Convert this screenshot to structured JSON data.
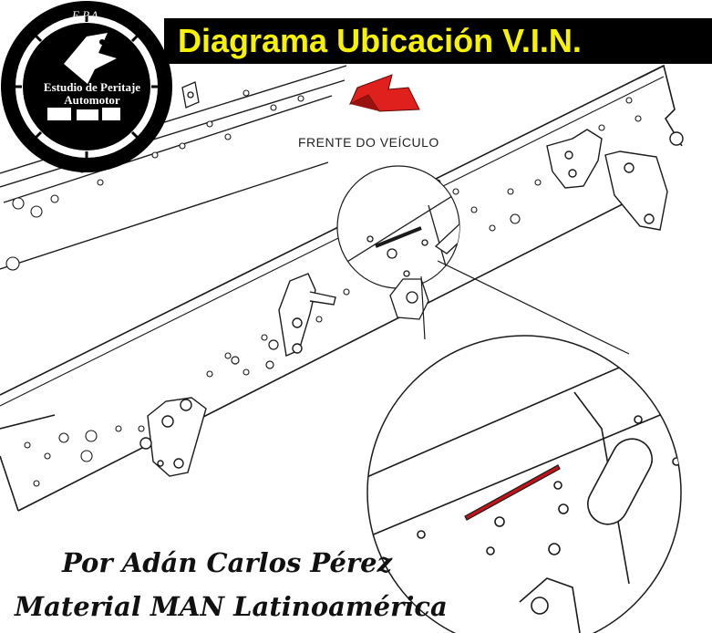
{
  "title": "Diagrama Ubicación V.I.N.",
  "front_label": "FRENTE DO VEÍCULO",
  "credits": {
    "line1": "Por Adán Carlos Pérez",
    "line2": "Material MAN Latinoamérica"
  },
  "logo": {
    "top_text": "E.P.A.",
    "line1": "Estudio de Peritaje",
    "line2": "Automotor"
  },
  "colors": {
    "title_text": "#f7f200",
    "title_bar": "#000000",
    "arrow": "#e0201c",
    "vin_mark": "#c0141a",
    "line": "#1a1a1a"
  },
  "icons": [
    "front-arrow-icon",
    "logo-seal-icon",
    "eagle-icon",
    "truck-icon"
  ]
}
